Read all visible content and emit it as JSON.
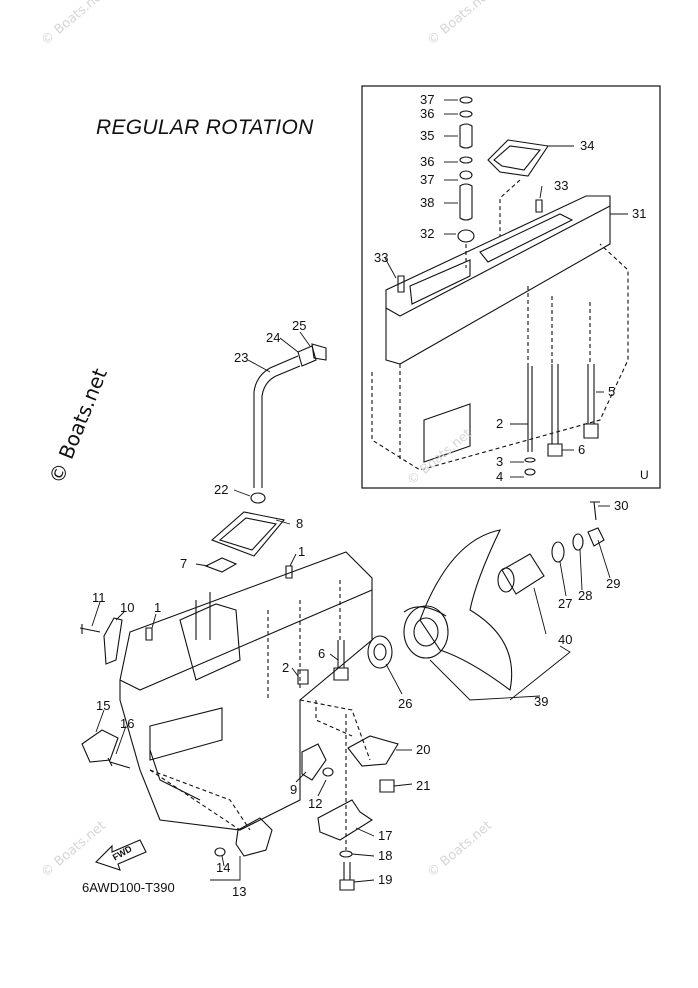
{
  "title": "REGULAR ROTATION",
  "diagram_code": "6AWD100-T390",
  "inset_marker": "U",
  "fwd_label": "FWD",
  "watermark": "© Boats.net",
  "side_watermark": "© Boats.net",
  "callouts": {
    "c37a": "37",
    "c36a": "36",
    "c35": "35",
    "c36b": "36",
    "c37b": "37",
    "c38": "38",
    "c32": "32",
    "c33a": "33",
    "c33b": "33",
    "c34": "34",
    "c31": "31",
    "c2a": "2",
    "c3": "3",
    "c4": "4",
    "c5": "5",
    "c6a": "6",
    "c25": "25",
    "c24": "24",
    "c23": "23",
    "c22": "22",
    "c8": "8",
    "c7": "7",
    "c1a": "1",
    "c1b": "1",
    "c11": "11",
    "c10": "10",
    "c2b": "2",
    "c6b": "6",
    "c15": "15",
    "c16": "16",
    "c9": "9",
    "c12": "12",
    "c14": "14",
    "c13": "13",
    "c30": "30",
    "c29": "29",
    "c28": "28",
    "c27": "27",
    "c40": "40",
    "c39": "39",
    "c26": "26",
    "c20": "20",
    "c21": "21",
    "c17": "17",
    "c18": "18",
    "c19": "19"
  }
}
